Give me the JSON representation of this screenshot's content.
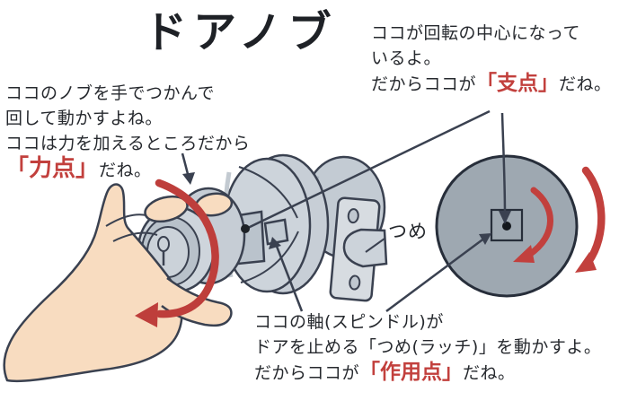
{
  "title": "ドアノブ",
  "notes": {
    "fulcrum": {
      "line1": "ココが回転の中心になって",
      "line2": "いるよ。",
      "line3_prefix": "だからココが",
      "term": "「支点」",
      "line3_suffix": "だね。"
    },
    "effort": {
      "line1": "ココのノブを手でつかんで",
      "line2": "回して動かすよね。",
      "line3": "ココは力を加えるところだから",
      "term": "「力点」",
      "line4_suffix": "だね。"
    },
    "action": {
      "line1": "ココの軸(スピンドル)が",
      "line2": "ドアを止める「つめ(ラッチ)」を動かすよ。",
      "line3_prefix": "だからココが",
      "term": "「作用点」",
      "line3_suffix": "だね。"
    },
    "latch_label": "つめ"
  },
  "colors": {
    "term_red": "#c2403d",
    "arrow_red": "#be3e3b",
    "ink": "#26292e",
    "outline": "#3a4150",
    "zoom_circle_fill": "#9ea8b1",
    "knob_gray": "#cdd4db",
    "skin": "#f8dcc0",
    "background": "#ffffff"
  }
}
